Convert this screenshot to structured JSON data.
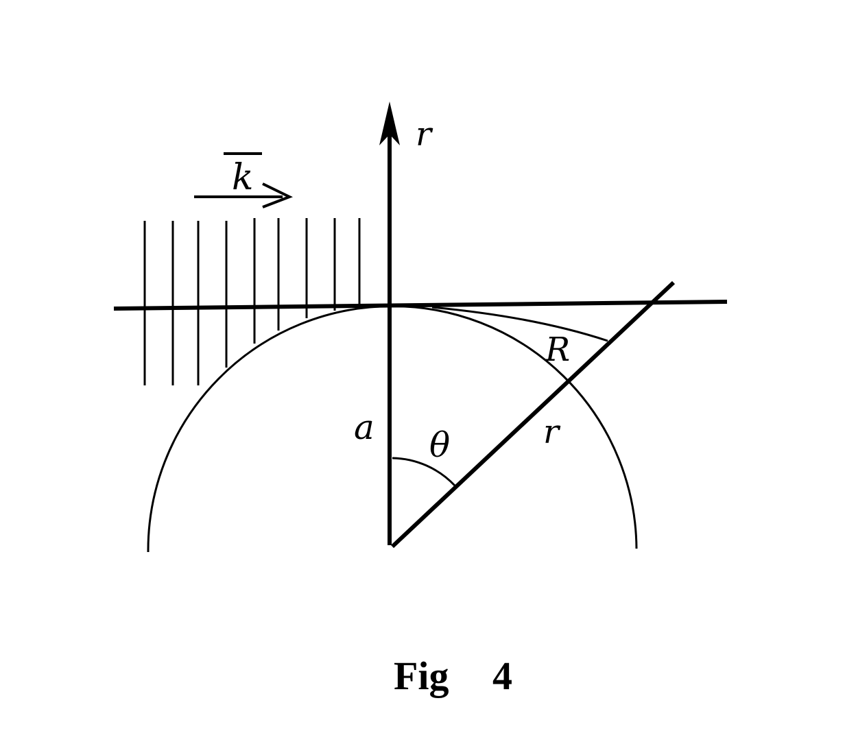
{
  "labels": {
    "r_axis": "r",
    "k_vector": "k",
    "a_radius": "a",
    "theta_angle": "θ",
    "R_distance": "R",
    "r_line": "r"
  },
  "caption": {
    "fig_word": "Fig",
    "fig_number": "4"
  },
  "colors": {
    "ink": "#000000",
    "background": "#ffffff"
  }
}
